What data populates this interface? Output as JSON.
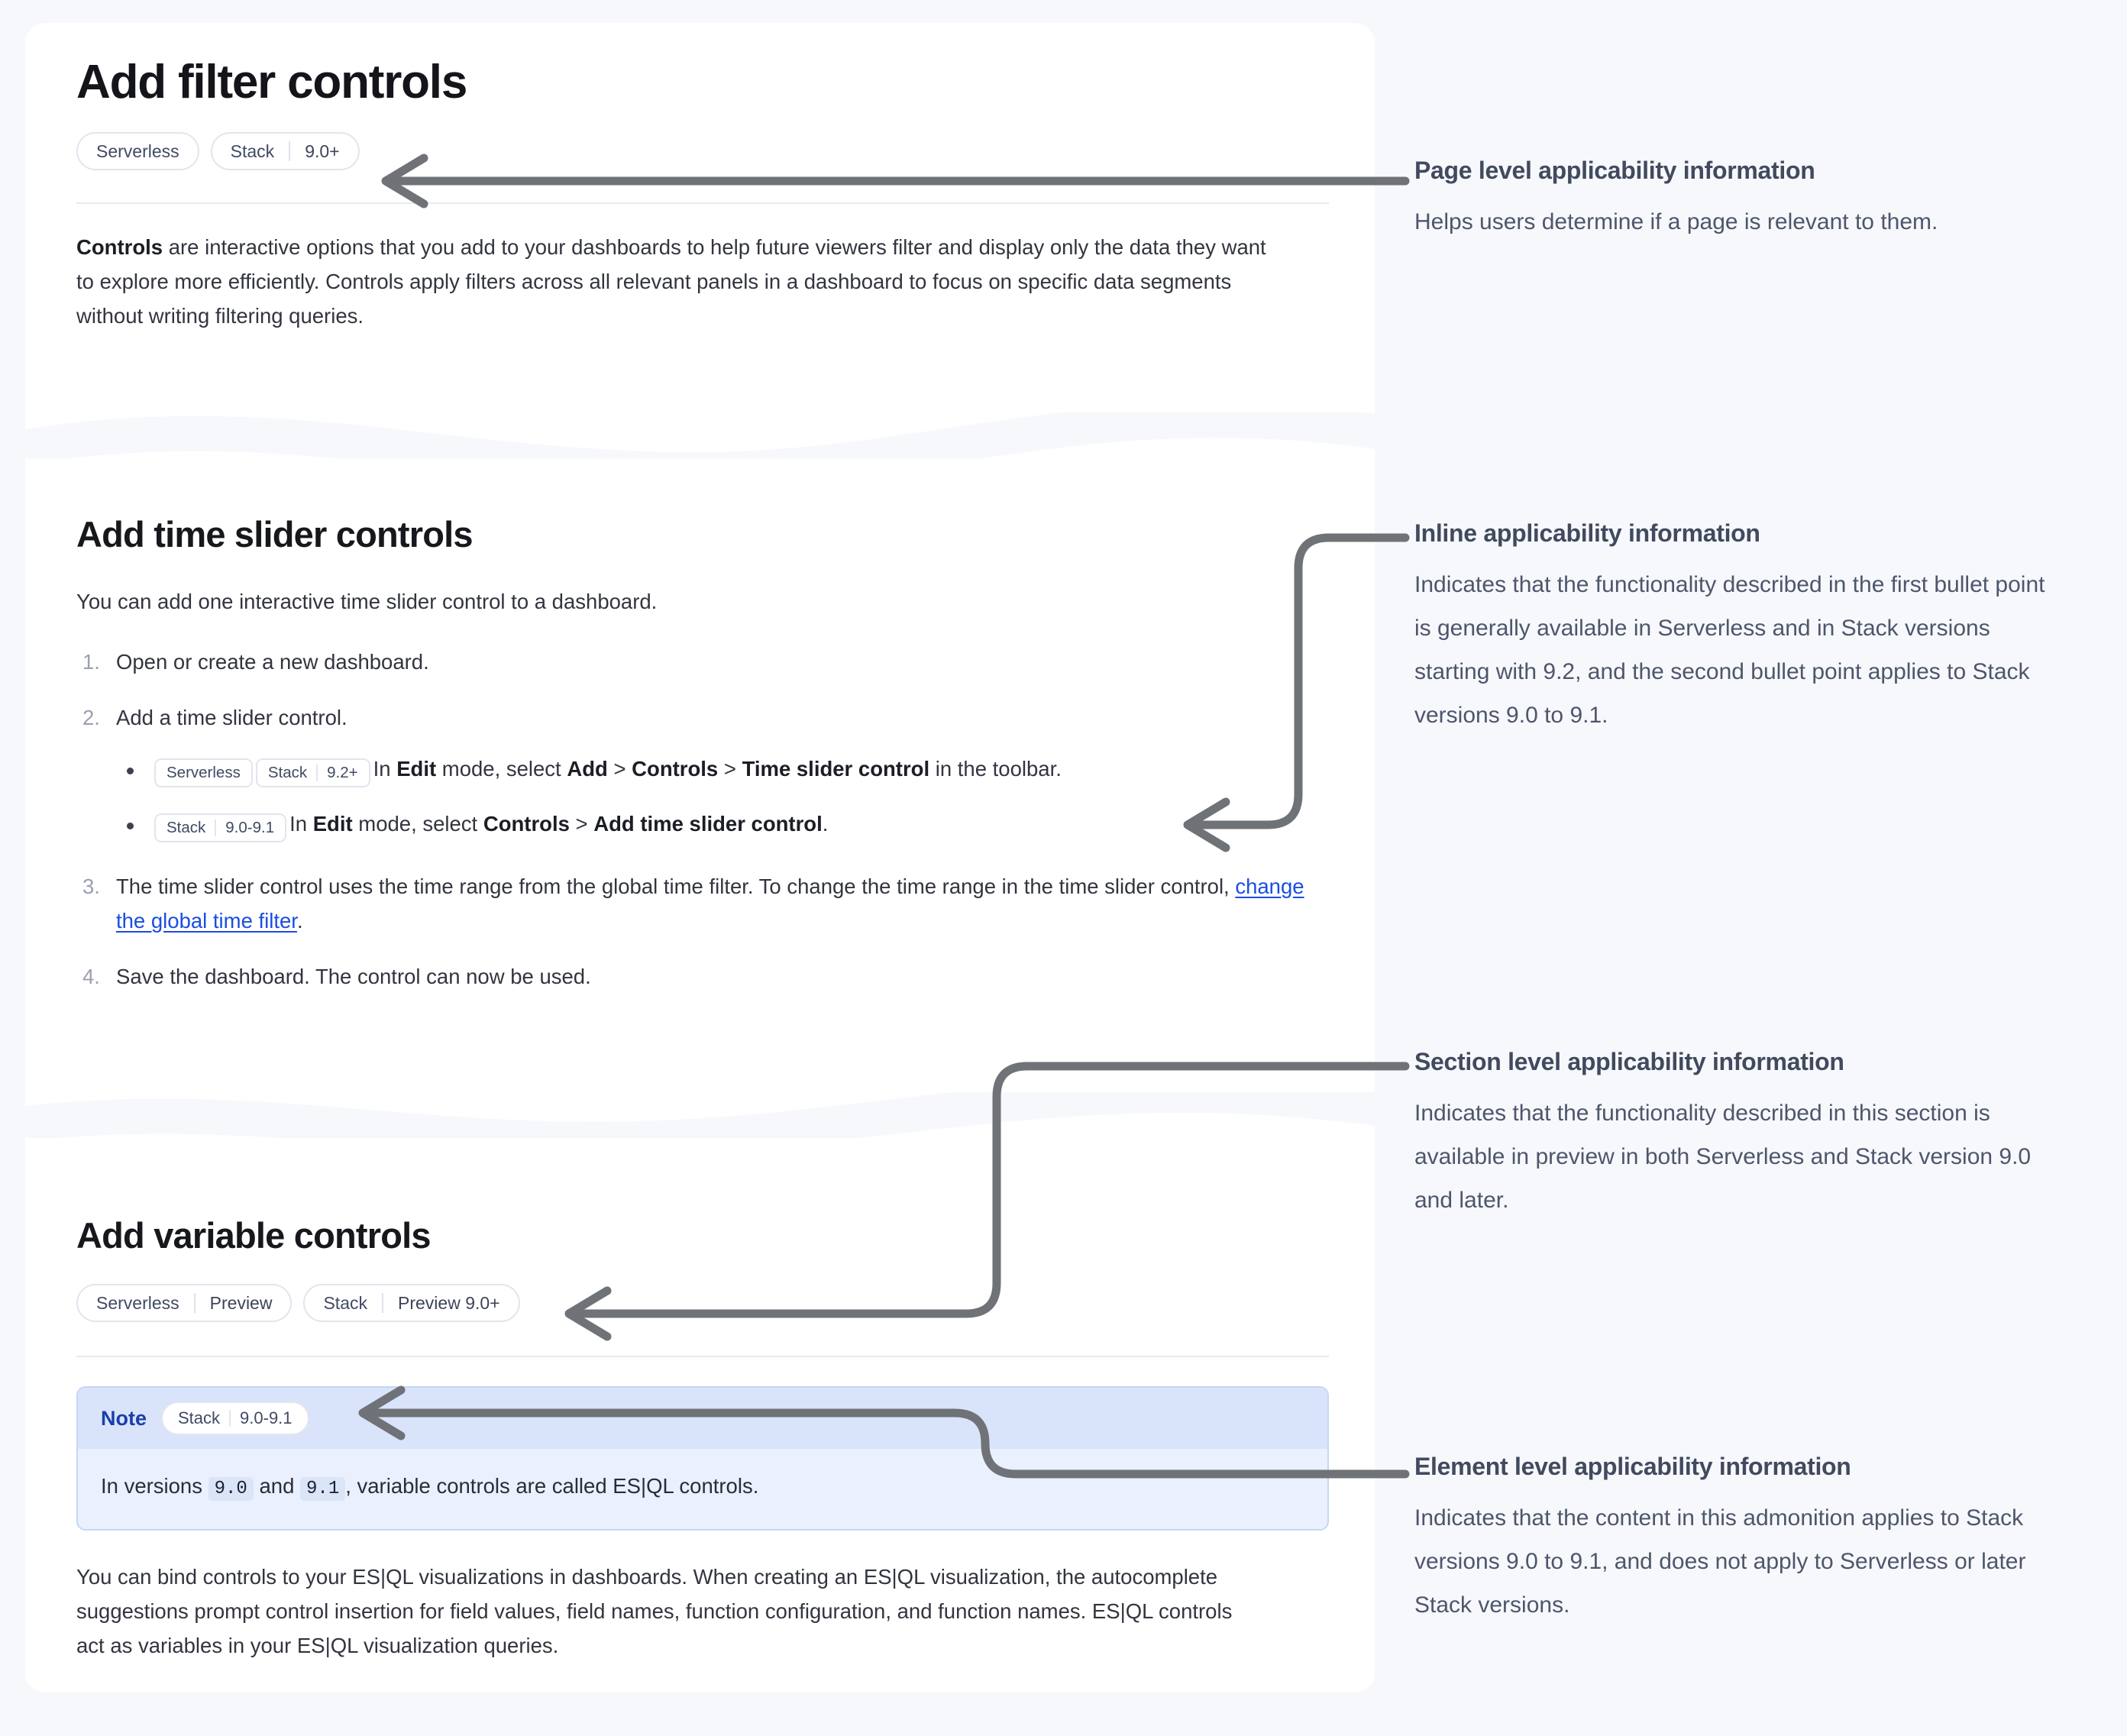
{
  "doc": {
    "page_title": "Add filter controls",
    "page_badges": [
      {
        "name": "Serverless",
        "version": ""
      },
      {
        "name": "Stack",
        "version": "9.0+"
      }
    ],
    "intro": {
      "lead": "Controls",
      "rest": " are interactive options that you add to your dashboards to help future viewers filter and display only the data they want to explore more efficiently. Controls apply filters across all relevant panels in a dashboard to focus on specific data segments without writing filtering queries."
    },
    "time_slider_section": {
      "heading": "Add time slider controls",
      "intro": "You can add one interactive time slider control to a dashboard.",
      "steps": [
        {
          "num": "1.",
          "text": "Open or create a new dashboard."
        },
        {
          "num": "2.",
          "text": "Add a time slider control."
        },
        {
          "num": "3.",
          "text": "The time slider control uses the time range from the global time filter. To change the time range in the time slider control, ",
          "link": "change the global time filter",
          "tail": "."
        },
        {
          "num": "4.",
          "text": "Save the dashboard. The control can now be used."
        }
      ],
      "bullets": [
        {
          "badges": [
            {
              "name": "Serverless",
              "version": ""
            },
            {
              "name": "Stack",
              "version": "9.2+"
            }
          ],
          "parts": [
            {
              "t": "In ",
              "b": false
            },
            {
              "t": "Edit",
              "b": true
            },
            {
              "t": " mode, select ",
              "b": false
            },
            {
              "t": "Add",
              "b": true
            },
            {
              "t": " > ",
              "b": false
            },
            {
              "t": "Controls",
              "b": true
            },
            {
              "t": " > ",
              "b": false
            },
            {
              "t": "Time slider control",
              "b": true
            },
            {
              "t": " in the toolbar.",
              "b": false
            }
          ]
        },
        {
          "badges": [
            {
              "name": "Stack",
              "version": "9.0-9.1"
            }
          ],
          "parts": [
            {
              "t": "In ",
              "b": false
            },
            {
              "t": "Edit",
              "b": true
            },
            {
              "t": " mode, select ",
              "b": false
            },
            {
              "t": "Controls",
              "b": true
            },
            {
              "t": " > ",
              "b": false
            },
            {
              "t": "Add time slider control",
              "b": true
            },
            {
              "t": ".",
              "b": false
            }
          ]
        }
      ]
    },
    "variable_section": {
      "heading": "Add variable controls",
      "badges": [
        {
          "name": "Serverless",
          "version": "Preview"
        },
        {
          "name": "Stack",
          "version": "Preview 9.0+"
        }
      ],
      "note": {
        "label": "Note",
        "badge": {
          "name": "Stack",
          "version": "9.0-9.1"
        },
        "body_before": "In versions ",
        "code_1": "9.0",
        "body_mid": " and ",
        "code_2": "9.1",
        "body_after": ", variable controls are called ES|QL controls."
      },
      "paragraph": "You can bind controls to your ES|QL visualizations in dashboards. When creating an ES|QL visualization, the autocomplete suggestions prompt control insertion for field values, field names, function configuration, and function names. ES|QL controls act as variables in your ES|QL visualization queries."
    }
  },
  "annotations": [
    {
      "title": "Page level applicability information",
      "body": "Helps users determine if a page is relevant to them."
    },
    {
      "title": "Inline applicability information",
      "body": "Indicates that the functionality described in the first bullet point is generally available in Serverless and in Stack versions starting with 9.2, and the second bullet point applies to Stack versions 9.0 to 9.1."
    },
    {
      "title": "Section level applicability information",
      "body": "Indicates that the functionality described in this section is available in preview in both Serverless and Stack version 9.0 and later."
    },
    {
      "title": "Element level applicability information",
      "body": "Indicates that the content in this admonition applies to Stack versions 9.0 to 9.1, and does not apply to Serverless or later Stack versions."
    }
  ],
  "colors": {
    "page_background": "#f7f8fc",
    "panel_background": "#ffffff",
    "connector": "#6f7277",
    "link": "#1a4ee0",
    "note_header": "#d9e4fb",
    "note_body": "#eaf0fd",
    "note_label": "#1a3fa8",
    "annotation_title": "#414a5e",
    "badge_border": "#e2e5ee"
  }
}
